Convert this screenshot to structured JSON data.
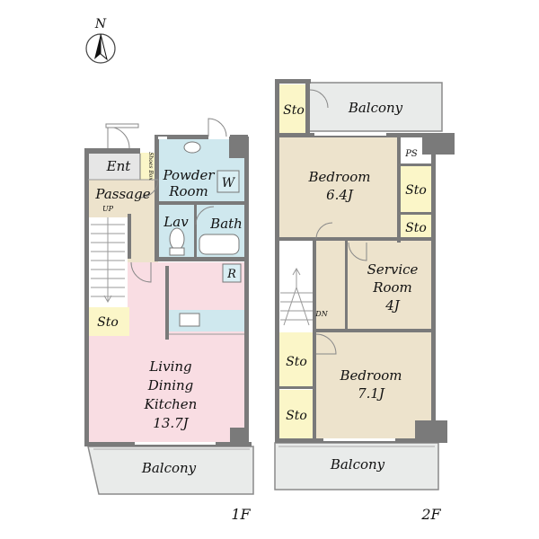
{
  "compass": {
    "letter": "N"
  },
  "floor1": {
    "label": "1F",
    "rooms": {
      "ent": "Ent",
      "shoes_box": "Shoes Box",
      "passage": "Passage",
      "up": "UP",
      "powder_line1": "Powder",
      "powder_line2": "Room",
      "washer": "W",
      "lav": "Lav",
      "bath": "Bath",
      "refrigerator": "R",
      "storage": "Sto",
      "ldk_line1": "Living",
      "ldk_line2": "Dining",
      "ldk_line3": "Kitchen",
      "ldk_size": "13.7J",
      "balcony": "Balcony"
    }
  },
  "floor2": {
    "label": "2F",
    "rooms": {
      "storage_top": "Sto",
      "balcony_top": "Balcony",
      "ps": "PS",
      "bedroom1_name": "Bedroom",
      "bedroom1_size": "6.4J",
      "storage_right1": "Sto",
      "storage_right2": "Sto",
      "service_line1": "Service",
      "service_line2": "Room",
      "service_size": "4J",
      "dn": "DN",
      "storage_left1": "Sto",
      "storage_left2": "Sto",
      "bedroom2_name": "Bedroom",
      "bedroom2_size": "7.1J",
      "balcony_bottom": "Balcony"
    }
  },
  "colors": {
    "wall": "#7a7a7a",
    "bedroom": "#ede3cc",
    "ldk": "#f9dde3",
    "wet_area": "#cfe8ee",
    "storage": "#fbf6c8",
    "balcony": "#e9ebea",
    "entrance": "#e6e6e6"
  }
}
